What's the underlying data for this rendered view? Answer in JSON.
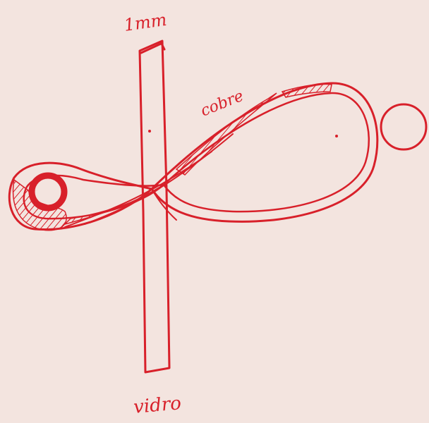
{
  "labels": {
    "top": "1mm",
    "loop": "cobre",
    "bottom": "vidro"
  },
  "ink_color": "#d8202a",
  "paper_color": "#f3e4df"
}
